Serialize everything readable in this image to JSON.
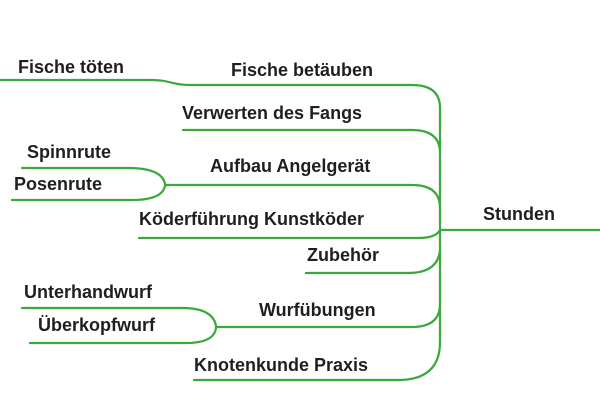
{
  "diagram_type": "mindmap",
  "colors": {
    "edge_green": "#3aa83a",
    "text": "#1f1f1f",
    "background": "#ffffff"
  },
  "root": {
    "label": "Stunden"
  },
  "branches": [
    {
      "label": "Fische betäuben",
      "children": [
        {
          "label": "Fische töten"
        }
      ]
    },
    {
      "label": "Verwerten des Fangs",
      "children": []
    },
    {
      "label": "Aufbau Angelgerät",
      "children": [
        {
          "label": "Spinnrute"
        },
        {
          "label": "Posenrute"
        }
      ]
    },
    {
      "label": "Köderführung Kunstköder",
      "children": []
    },
    {
      "label": "Zubehör",
      "children": []
    },
    {
      "label": "Wurfübungen",
      "children": [
        {
          "label": "Unterhandwurf"
        },
        {
          "label": "Überkopfwurf"
        }
      ]
    },
    {
      "label": "Knotenkunde Praxis",
      "children": []
    }
  ]
}
